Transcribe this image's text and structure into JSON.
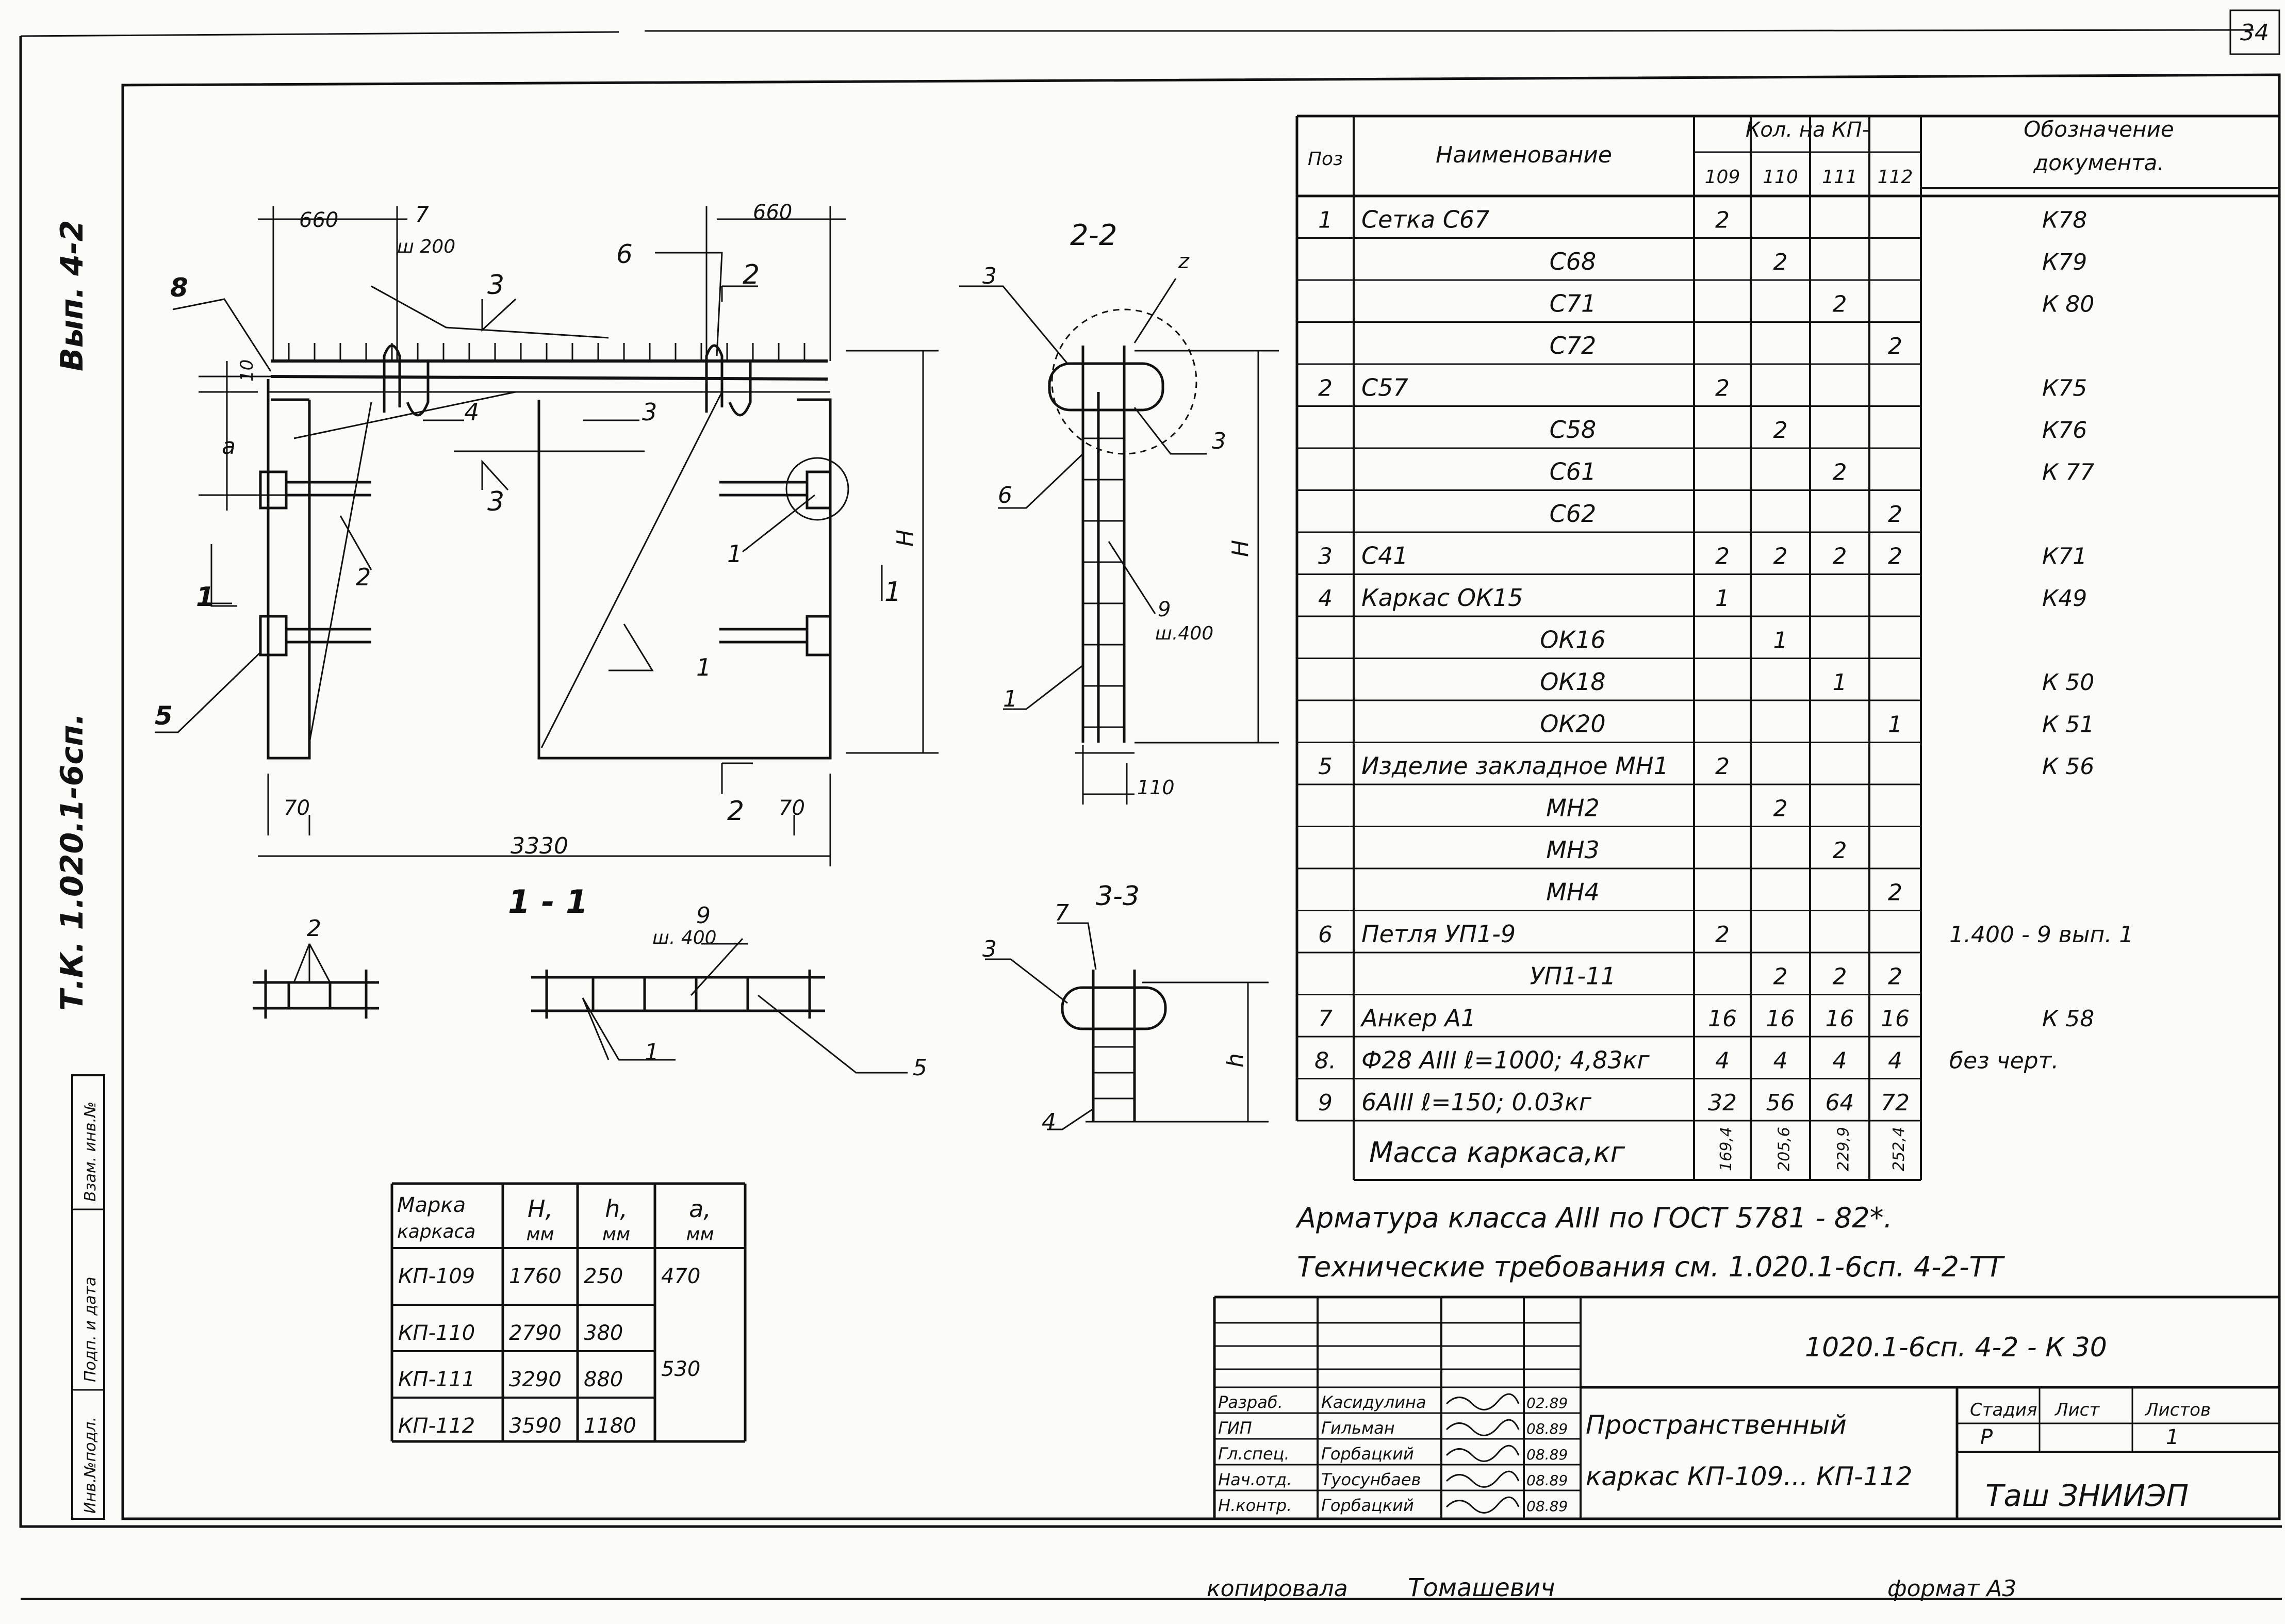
{
  "sheet": {
    "page_number": "34",
    "side_vyp": "Вып. 4-2",
    "side_series": "Т.К. 1.020.1-6сп.",
    "side_cells": [
      "Инв.№подл.",
      "Подп. и дата",
      "Взам. инв.№"
    ],
    "bottom_copied": "копировала",
    "bottom_copier": "Томашевич",
    "bottom_format": "формат А3"
  },
  "drawing": {
    "section_1_1": "1 - 1",
    "section_2_2": "2-2",
    "section_3_3": "3-3",
    "dim_660_left": "660",
    "dim_660_right": "660",
    "dim_7": "7",
    "dim_sh200": "ш 200",
    "dim_3330": "3330",
    "dim_70_left": "70",
    "dim_70_right": "70",
    "dim_110": "110",
    "dim_10": "10",
    "dim_a": "а",
    "dim_H": "Н",
    "dim_H2": "Н",
    "dim_h": "h",
    "dim_9": "9",
    "dim_sh400": "ш.400",
    "dim_9b": "9",
    "dim_sh400b": "ш. 400",
    "cut_1": "1",
    "cut_2": "2",
    "cut_3": "3",
    "pos_1": "1",
    "pos_2": "2",
    "pos_3": "3",
    "pos_4": "4",
    "pos_5": "5",
    "pos_6": "6",
    "pos_7": "7",
    "pos_8": "8",
    "pos_z": "z"
  },
  "spec": {
    "headers": {
      "pos": "Поз",
      "name": "Наименование",
      "qty": "Кол. на КП-",
      "kp": [
        "109",
        "110",
        "111",
        "112"
      ],
      "doc": "Обозначение документа."
    },
    "rows": [
      {
        "pos": "1",
        "name": "Сетка С67",
        "q": [
          "2",
          "",
          "",
          ""
        ],
        "doc": "К78"
      },
      {
        "pos": "",
        "name": "С68",
        "q": [
          "",
          "2",
          "",
          ""
        ],
        "doc": "К79"
      },
      {
        "pos": "",
        "name": "С71",
        "q": [
          "",
          "",
          "2",
          ""
        ],
        "doc": "К 80"
      },
      {
        "pos": "",
        "name": "С72",
        "q": [
          "",
          "",
          "",
          "2"
        ],
        "doc": ""
      },
      {
        "pos": "2",
        "name": "С57",
        "q": [
          "2",
          "",
          "",
          ""
        ],
        "doc": "К75"
      },
      {
        "pos": "",
        "name": "С58",
        "q": [
          "",
          "2",
          "",
          ""
        ],
        "doc": "К76"
      },
      {
        "pos": "",
        "name": "С61",
        "q": [
          "",
          "",
          "2",
          ""
        ],
        "doc": "К 77"
      },
      {
        "pos": "",
        "name": "С62",
        "q": [
          "",
          "",
          "",
          "2"
        ],
        "doc": ""
      },
      {
        "pos": "3",
        "name": "С41",
        "q": [
          "2",
          "2",
          "2",
          "2"
        ],
        "doc": "К71"
      },
      {
        "pos": "4",
        "name": "Каркас ОК15",
        "q": [
          "1",
          "",
          "",
          ""
        ],
        "doc": "К49"
      },
      {
        "pos": "",
        "name": "ОК16",
        "q": [
          "",
          "1",
          "",
          ""
        ],
        "doc": ""
      },
      {
        "pos": "",
        "name": "ОК18",
        "q": [
          "",
          "",
          "1",
          ""
        ],
        "doc": "К 50"
      },
      {
        "pos": "",
        "name": "ОК20",
        "q": [
          "",
          "",
          "",
          "1"
        ],
        "doc": "К 51"
      },
      {
        "pos": "5",
        "name": "Изделие закладное МН1",
        "q": [
          "2",
          "",
          "",
          ""
        ],
        "doc": "К 56"
      },
      {
        "pos": "",
        "name": "МН2",
        "q": [
          "",
          "2",
          "",
          ""
        ],
        "doc": ""
      },
      {
        "pos": "",
        "name": "МН3",
        "q": [
          "",
          "",
          "2",
          ""
        ],
        "doc": ""
      },
      {
        "pos": "",
        "name": "МН4",
        "q": [
          "",
          "",
          "",
          "2"
        ],
        "doc": ""
      },
      {
        "pos": "6",
        "name": "Петля УП1-9",
        "q": [
          "2",
          "",
          "",
          ""
        ],
        "doc": "1.400 - 9  вып. 1"
      },
      {
        "pos": "",
        "name": "УП1-11",
        "q": [
          "",
          "2",
          "2",
          "2"
        ],
        "doc": ""
      },
      {
        "pos": "7",
        "name": "Анкер А1",
        "q": [
          "16",
          "16",
          "16",
          "16"
        ],
        "doc": "К 58"
      },
      {
        "pos": "8.",
        "name": "Ф28 АIII  ℓ=1000; 4,83кг",
        "q": [
          "4",
          "4",
          "4",
          "4"
        ],
        "doc": "без черт."
      },
      {
        "pos": "9",
        "name": "6АIII  ℓ=150; 0.03кг",
        "q": [
          "32",
          "56",
          "64",
          "72"
        ],
        "doc": ""
      }
    ],
    "mass_label": "Масса каркаса,кг",
    "mass": [
      "169,4",
      "205,6",
      "229,9",
      "252,4"
    ],
    "note1": "Арматура класса АIII по ГОСТ 5781 - 82*.",
    "note2": "Технические   требования   см. 1.020.1-6сп. 4-2-ТТ"
  },
  "param_table": {
    "headers": [
      "Марка каркаса",
      "Н, мм",
      "h, мм",
      "а, мм"
    ],
    "rows": [
      [
        "КП-109",
        "1760",
        "250",
        "470"
      ],
      [
        "КП-110",
        "2790",
        "380",
        ""
      ],
      [
        "КП-111",
        "3290",
        "880",
        "530"
      ],
      [
        "КП-112",
        "3590",
        "1180",
        ""
      ]
    ]
  },
  "title_block": {
    "doc_code": "1020.1-6сп. 4-2 - К 30",
    "roles": [
      "Разраб.",
      "ГИП",
      "Гл.спец.",
      "Нач.отд.",
      "Н.контр."
    ],
    "names": [
      "Касидулина",
      "Гильман",
      "Горбацкий",
      "Туосунбаев",
      "Горбацкий"
    ],
    "dates": [
      "02.89",
      "08.89",
      "08.89",
      "08.89",
      "08.89"
    ],
    "title_line1": "Пространственный",
    "title_line2": "каркас КП-109... КП-112",
    "stage_h": "Стадия",
    "sheet_h": "Лист",
    "sheets_h": "Листов",
    "stage": "Р",
    "sheets": "1",
    "org": "Таш ЗНИИЭП"
  },
  "colors": {
    "paper": "#fbfbf8",
    "ink": "#111111"
  }
}
